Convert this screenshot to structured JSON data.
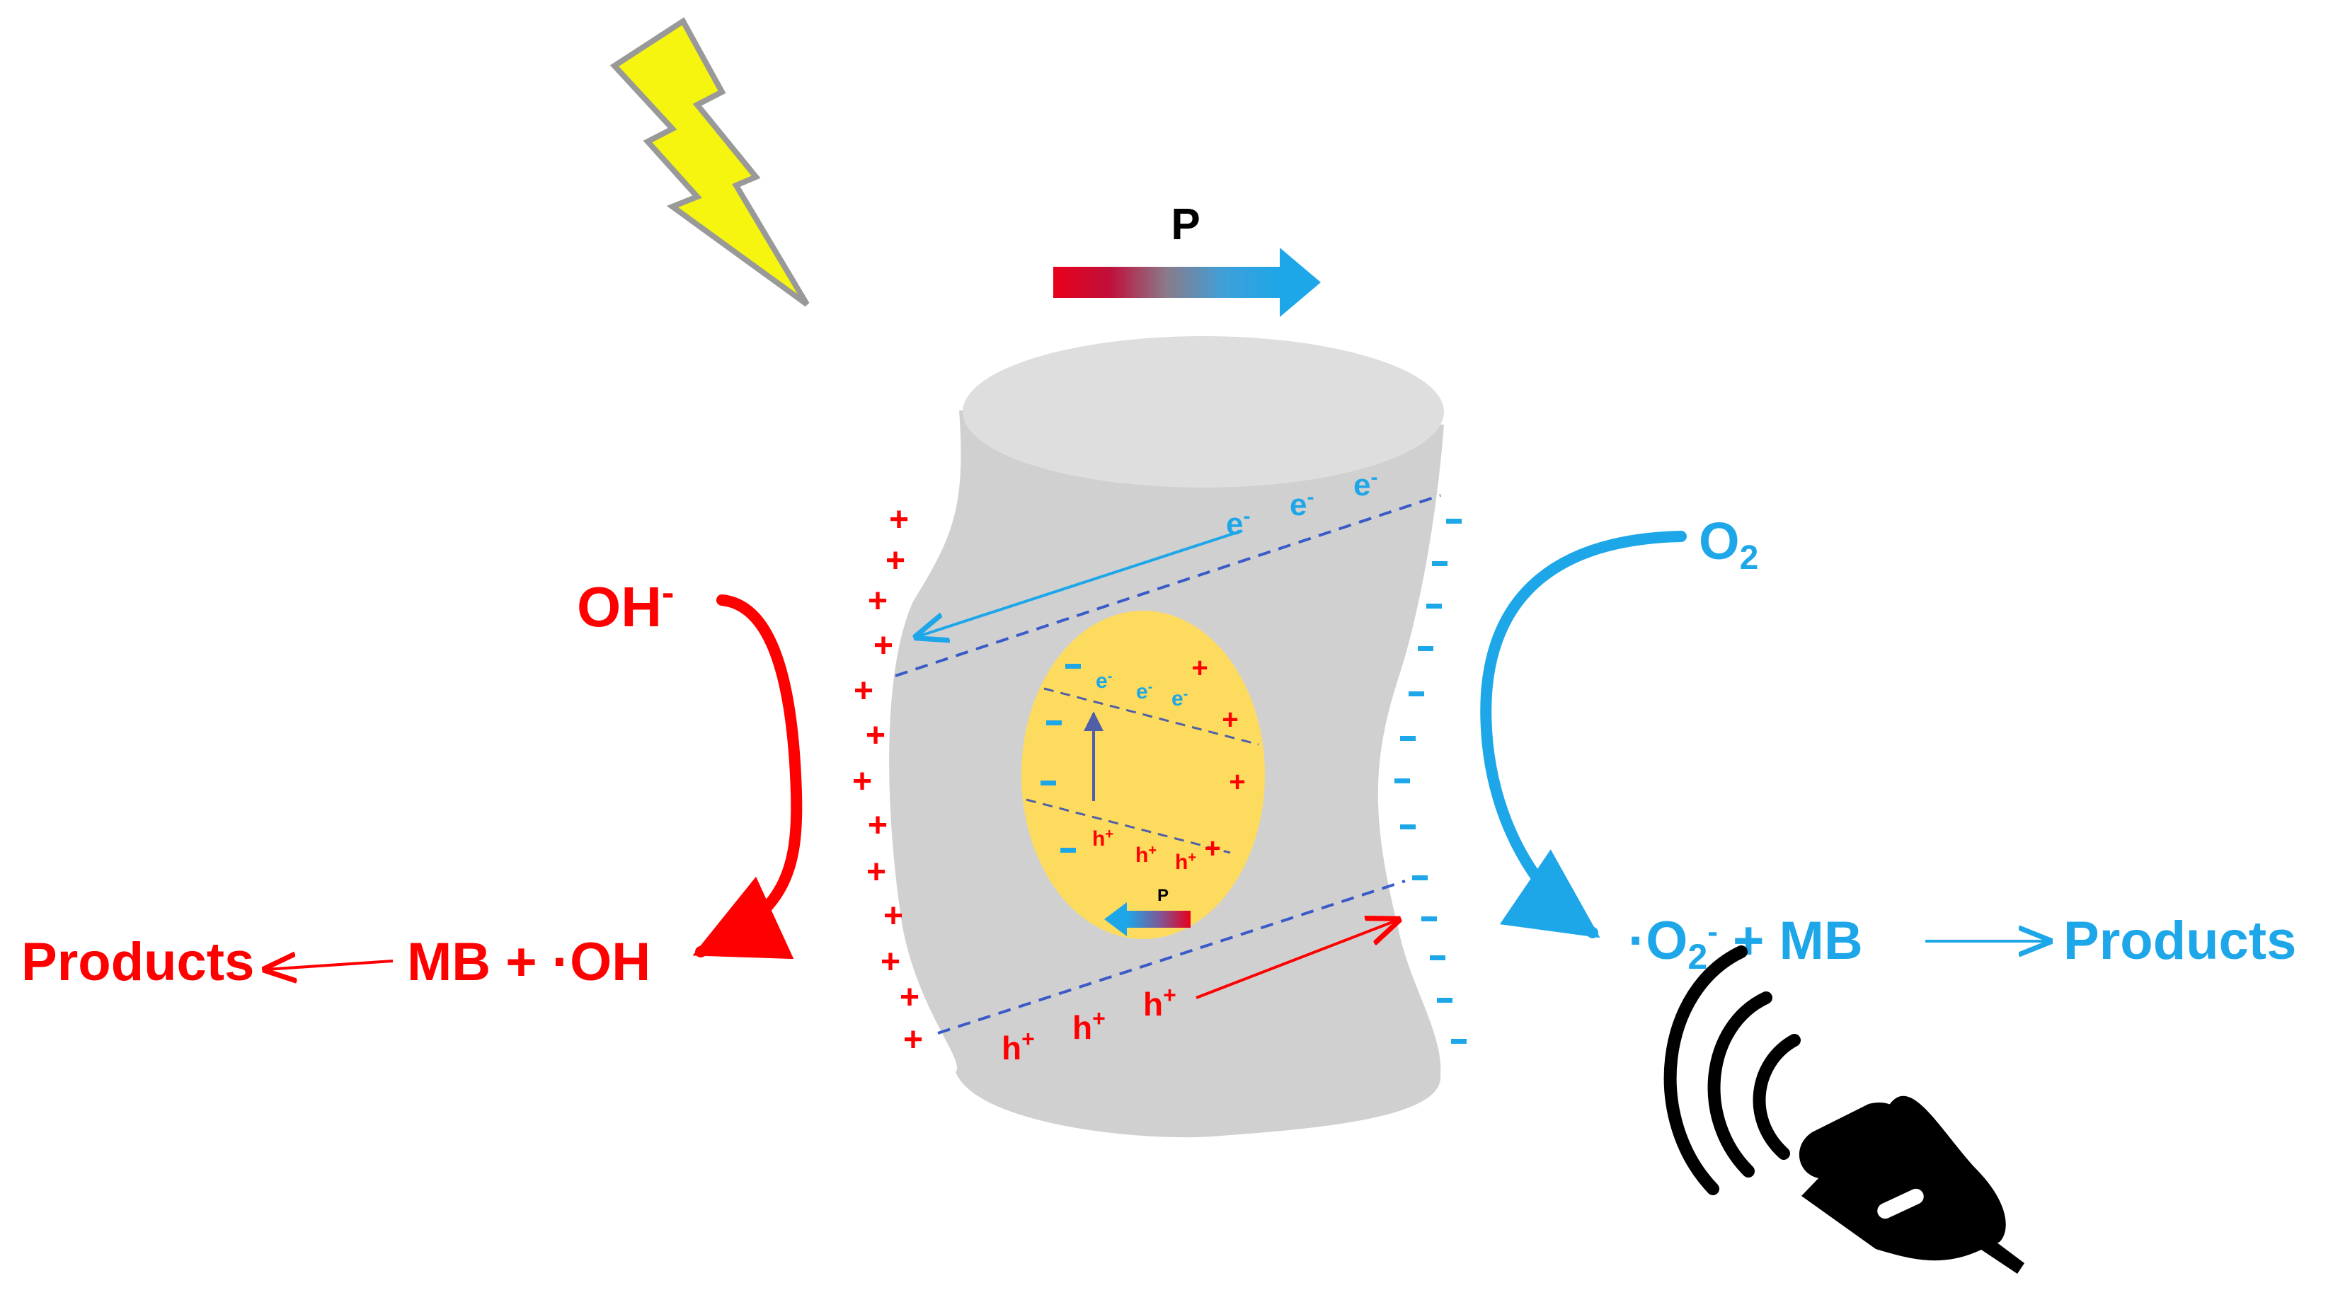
{
  "polarization": {
    "label": "P"
  },
  "left_reaction": {
    "reactant": "OH",
    "reactant_charge": "-",
    "products_label": "Products",
    "middle": "MB + ·OH",
    "color": "#ff0000"
  },
  "right_reaction": {
    "reactant": "O",
    "reactant_sub": "2",
    "radical_prefix": "·O",
    "radical_sub": "2",
    "radical_sup": "-",
    "middle_suffix": " + MB",
    "products_label": "Products",
    "color": "#1ea7e8"
  },
  "carriers": {
    "electron": "e",
    "electron_sup": "-",
    "hole": "h",
    "hole_sup": "+",
    "plus": "+",
    "minus": "-"
  },
  "inner_polarization": {
    "label": "P"
  },
  "icons": {
    "light": "lightning-bolt-icon",
    "ultrasound": "ultrasound-probe-icon"
  },
  "colors": {
    "cylinder": "#d1d0d1",
    "cylinder_top": "#dedede",
    "particle": "#fddb5f",
    "positive": "#ff0000",
    "negative": "#1ea7e8",
    "band": "#3a5bc7",
    "bolt": "#f5f50f"
  }
}
